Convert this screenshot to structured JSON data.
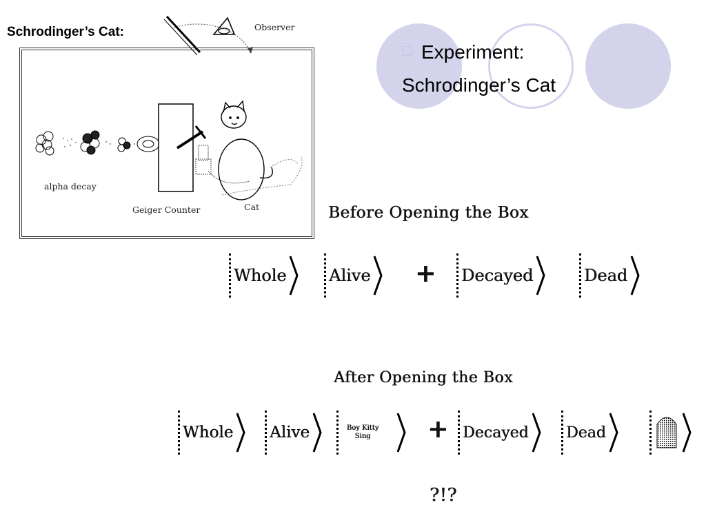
{
  "slide": {
    "title_label": "Schrodinger’s Cat:",
    "bullet": {
      "line1": "Experiment:",
      "line2": "Schrodinger’s Cat"
    }
  },
  "figure": {
    "observer_label": "Observer",
    "alpha_decay_label": "alpha decay",
    "geiger_label": "Geiger Counter",
    "cat_label": "Cat"
  },
  "equations": {
    "before_heading": "Before Opening the Box",
    "before_kets": [
      "Whole",
      "Alive",
      "Decayed",
      "Dead"
    ],
    "plus": "+",
    "after_heading": "After Opening the Box",
    "after_kets": [
      "Whole",
      "Alive",
      "Decayed",
      "Dead"
    ],
    "after_small_ket": "Boy Kitty Sing",
    "question": "?!?"
  },
  "colors": {
    "accent_circle": "#d3d3ec",
    "ink": "#000000"
  }
}
